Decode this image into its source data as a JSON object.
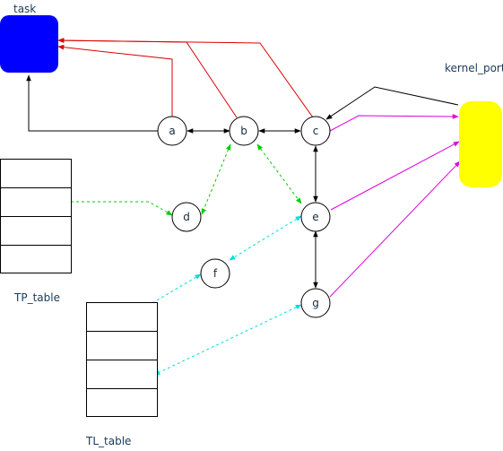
{
  "labels": {
    "task": "task",
    "kernel_port": "kernel_port",
    "tp_table": "TP_table",
    "tl_table": "TL_table"
  },
  "nodes": {
    "a": "a",
    "b": "b",
    "c": "c",
    "d": "d",
    "e": "e",
    "f": "f",
    "g": "g"
  },
  "colors": {
    "task": "#0000ff",
    "kernel_port": "#ffff00",
    "red": "#dd0000",
    "black": "#000000",
    "magenta": "#dd00dd",
    "green": "#00cc00",
    "cyan": "#00dddd"
  },
  "tables": {
    "tp_table_rows": 4,
    "tl_table_rows": 4
  }
}
